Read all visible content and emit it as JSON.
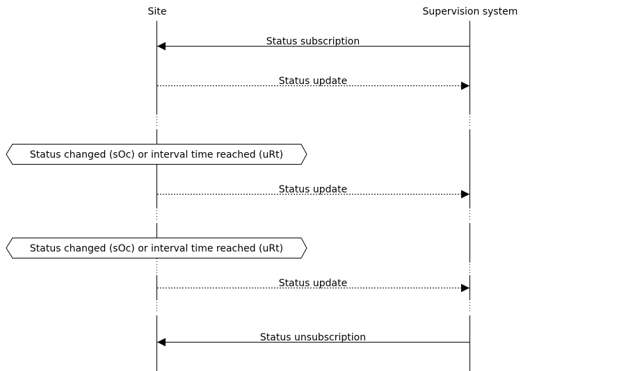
{
  "participants": [
    {
      "id": "site",
      "label": "Site"
    },
    {
      "id": "supervision",
      "label": "Supervision system"
    }
  ],
  "messages": [
    {
      "label": "Status subscription",
      "from": "supervision",
      "to": "site",
      "style": "solid"
    },
    {
      "label": "Status update",
      "from": "site",
      "to": "supervision",
      "style": "dotted"
    },
    {
      "label": "Status update",
      "from": "site",
      "to": "supervision",
      "style": "dotted"
    },
    {
      "label": "Status update",
      "from": "site",
      "to": "supervision",
      "style": "dotted"
    },
    {
      "label": "Status unsubscription",
      "from": "supervision",
      "to": "site",
      "style": "solid"
    }
  ],
  "events": [
    {
      "label": "Status changed (sOc) or interval time reached (uRt)"
    },
    {
      "label": "Status changed (sOc) or interval time reached (uRt)"
    }
  ],
  "colors": {
    "line": "#000000",
    "background": "#ffffff"
  }
}
